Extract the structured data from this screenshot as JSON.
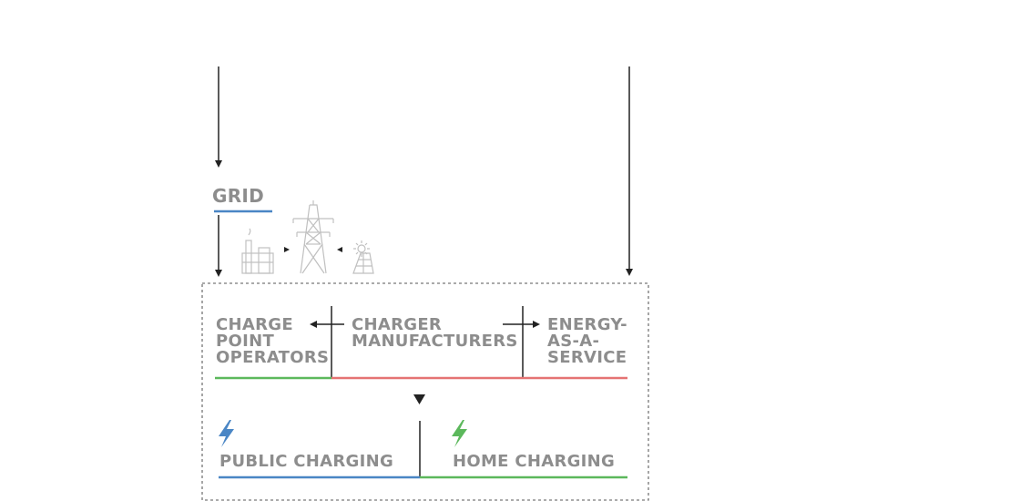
{
  "grid": {
    "label": "GRID"
  },
  "segments": {
    "cpo": {
      "lines": [
        "CHARGE",
        "POINT",
        "OPERATORS"
      ]
    },
    "manufacturers": {
      "lines": [
        "CHARGER",
        "MANUFACTURERS"
      ]
    },
    "eaas": {
      "lines": [
        "ENERGY-",
        "AS-A-",
        "SERVICE"
      ]
    }
  },
  "outputs": {
    "public": {
      "label": "PUBLIC CHARGING"
    },
    "home": {
      "label": "HOME CHARGING"
    }
  },
  "colors": {
    "grid_underline": "#4a86c5",
    "cpo_underline": "#5cb85c",
    "manufacturers_underline": "#e57373",
    "public_underline": "#4a86c5",
    "home_underline": "#5cb85c",
    "bolt_public": "#4a86c5",
    "bolt_home": "#5cb85c",
    "text": "#8d8d8d",
    "line": "#222222",
    "icon": "#c0c0c0"
  },
  "icons": [
    "power-plant-icon",
    "transmission-tower-icon",
    "solar-panel-icon",
    "lightning-bolt-icon"
  ]
}
